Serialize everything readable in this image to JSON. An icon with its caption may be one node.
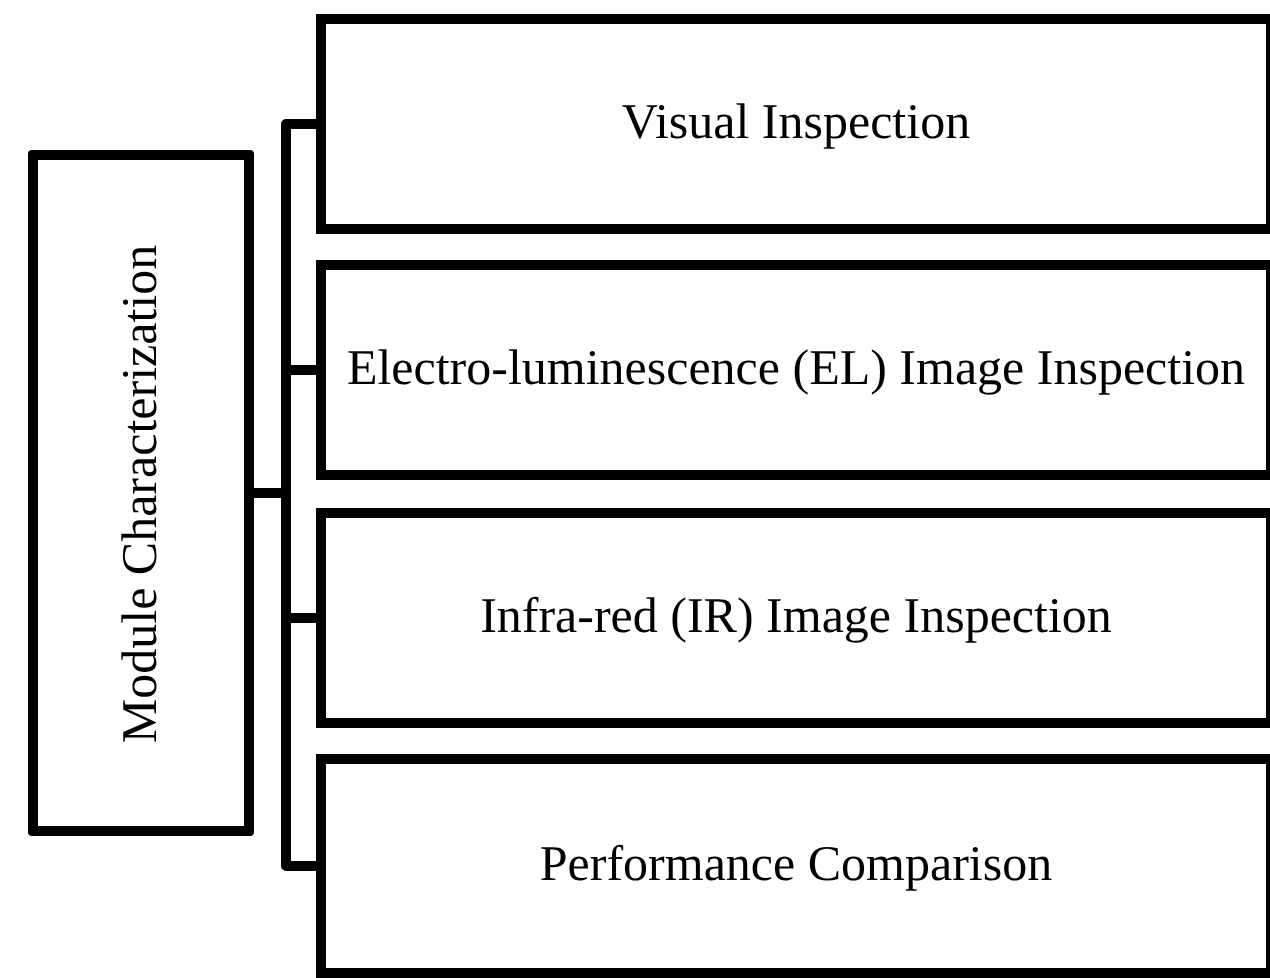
{
  "diagram": {
    "nodes": [
      {
        "text": [
          "Module Characterization"
        ]
      },
      {
        "text": [
          "Visual Inspection"
        ]
      },
      {
        "text": [
          "Electro-luminescence (EL) Image Inspection"
        ]
      },
      {
        "text": [
          "Infra-red (IR) Image Inspection"
        ]
      },
      {
        "text": [
          "Performance Comparison"
        ]
      }
    ],
    "edges": [
      {
        "from": 0,
        "to": 1,
        "arrow": "none"
      },
      {
        "from": 0,
        "to": 2,
        "arrow": "none"
      },
      {
        "from": 0,
        "to": 3,
        "arrow": "none"
      },
      {
        "from": 0,
        "to": 4,
        "arrow": "none"
      }
    ]
  }
}
